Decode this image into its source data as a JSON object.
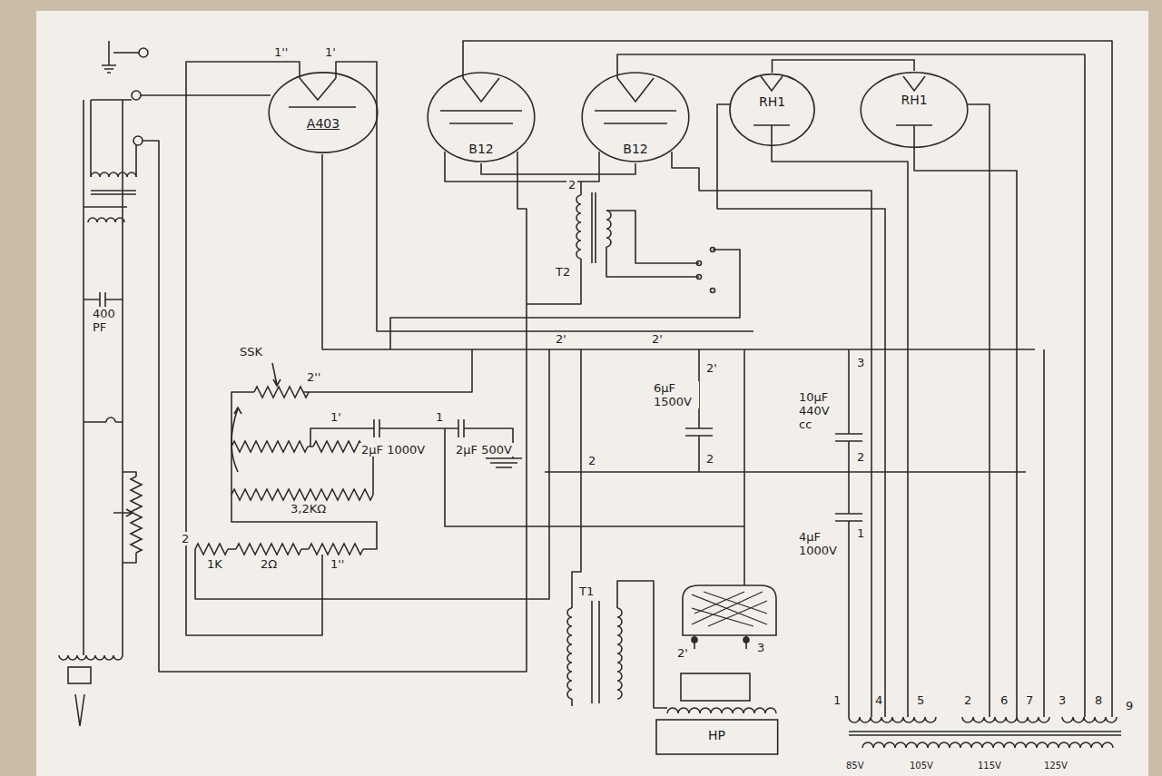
{
  "diagram": {
    "nodes": [
      {
        "text": [
          "A403"
        ]
      },
      {
        "text": [
          "B12"
        ]
      },
      {
        "text": [
          "B12"
        ]
      },
      {
        "text": [
          "RH1"
        ]
      },
      {
        "text": [
          "RH1"
        ]
      },
      {
        "text": [
          "HP"
        ]
      }
    ],
    "edges": [
      {
        "from": 1,
        "to": 2,
        "arrow": "none"
      },
      {
        "from": 3,
        "to": 4,
        "arrow": "none"
      }
    ],
    "labels": [
      "1''",
      "1'",
      "2",
      "T2",
      "400 PF",
      "SSK",
      "2''",
      "1'",
      "2µF 1000V",
      "1",
      "2µF 500V",
      "3,2KΩ",
      "2",
      "1K",
      "2Ω",
      "1''",
      "2'",
      "2'",
      "2'",
      "6µF 1500V",
      "2",
      "2",
      "3",
      "10µF 440V cc",
      "2",
      "4µF 1000V",
      "1",
      "T1",
      "2'",
      "3",
      "1",
      "4",
      "5",
      "2",
      "6",
      "7",
      "3",
      "8",
      "9",
      "85V",
      "105V",
      "115V",
      "125V"
    ]
  }
}
